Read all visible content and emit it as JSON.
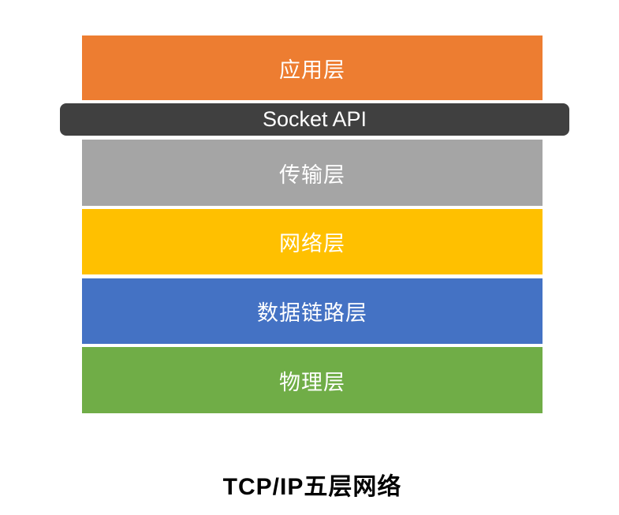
{
  "diagram": {
    "title": "TCP/IP五层网络",
    "layers": [
      {
        "label": "应用层",
        "color": "#ED7D31",
        "role": "application-layer"
      },
      {
        "label": "Socket API",
        "color": "#404040",
        "role": "socket-api-connector"
      },
      {
        "label": "传输层",
        "color": "#A5A5A5",
        "role": "transport-layer"
      },
      {
        "label": "网络层",
        "color": "#FFC000",
        "role": "network-layer"
      },
      {
        "label": "数据链路层",
        "color": "#4472C4",
        "role": "data-link-layer"
      },
      {
        "label": "物理层",
        "color": "#70AD47",
        "role": "physical-layer"
      }
    ]
  }
}
